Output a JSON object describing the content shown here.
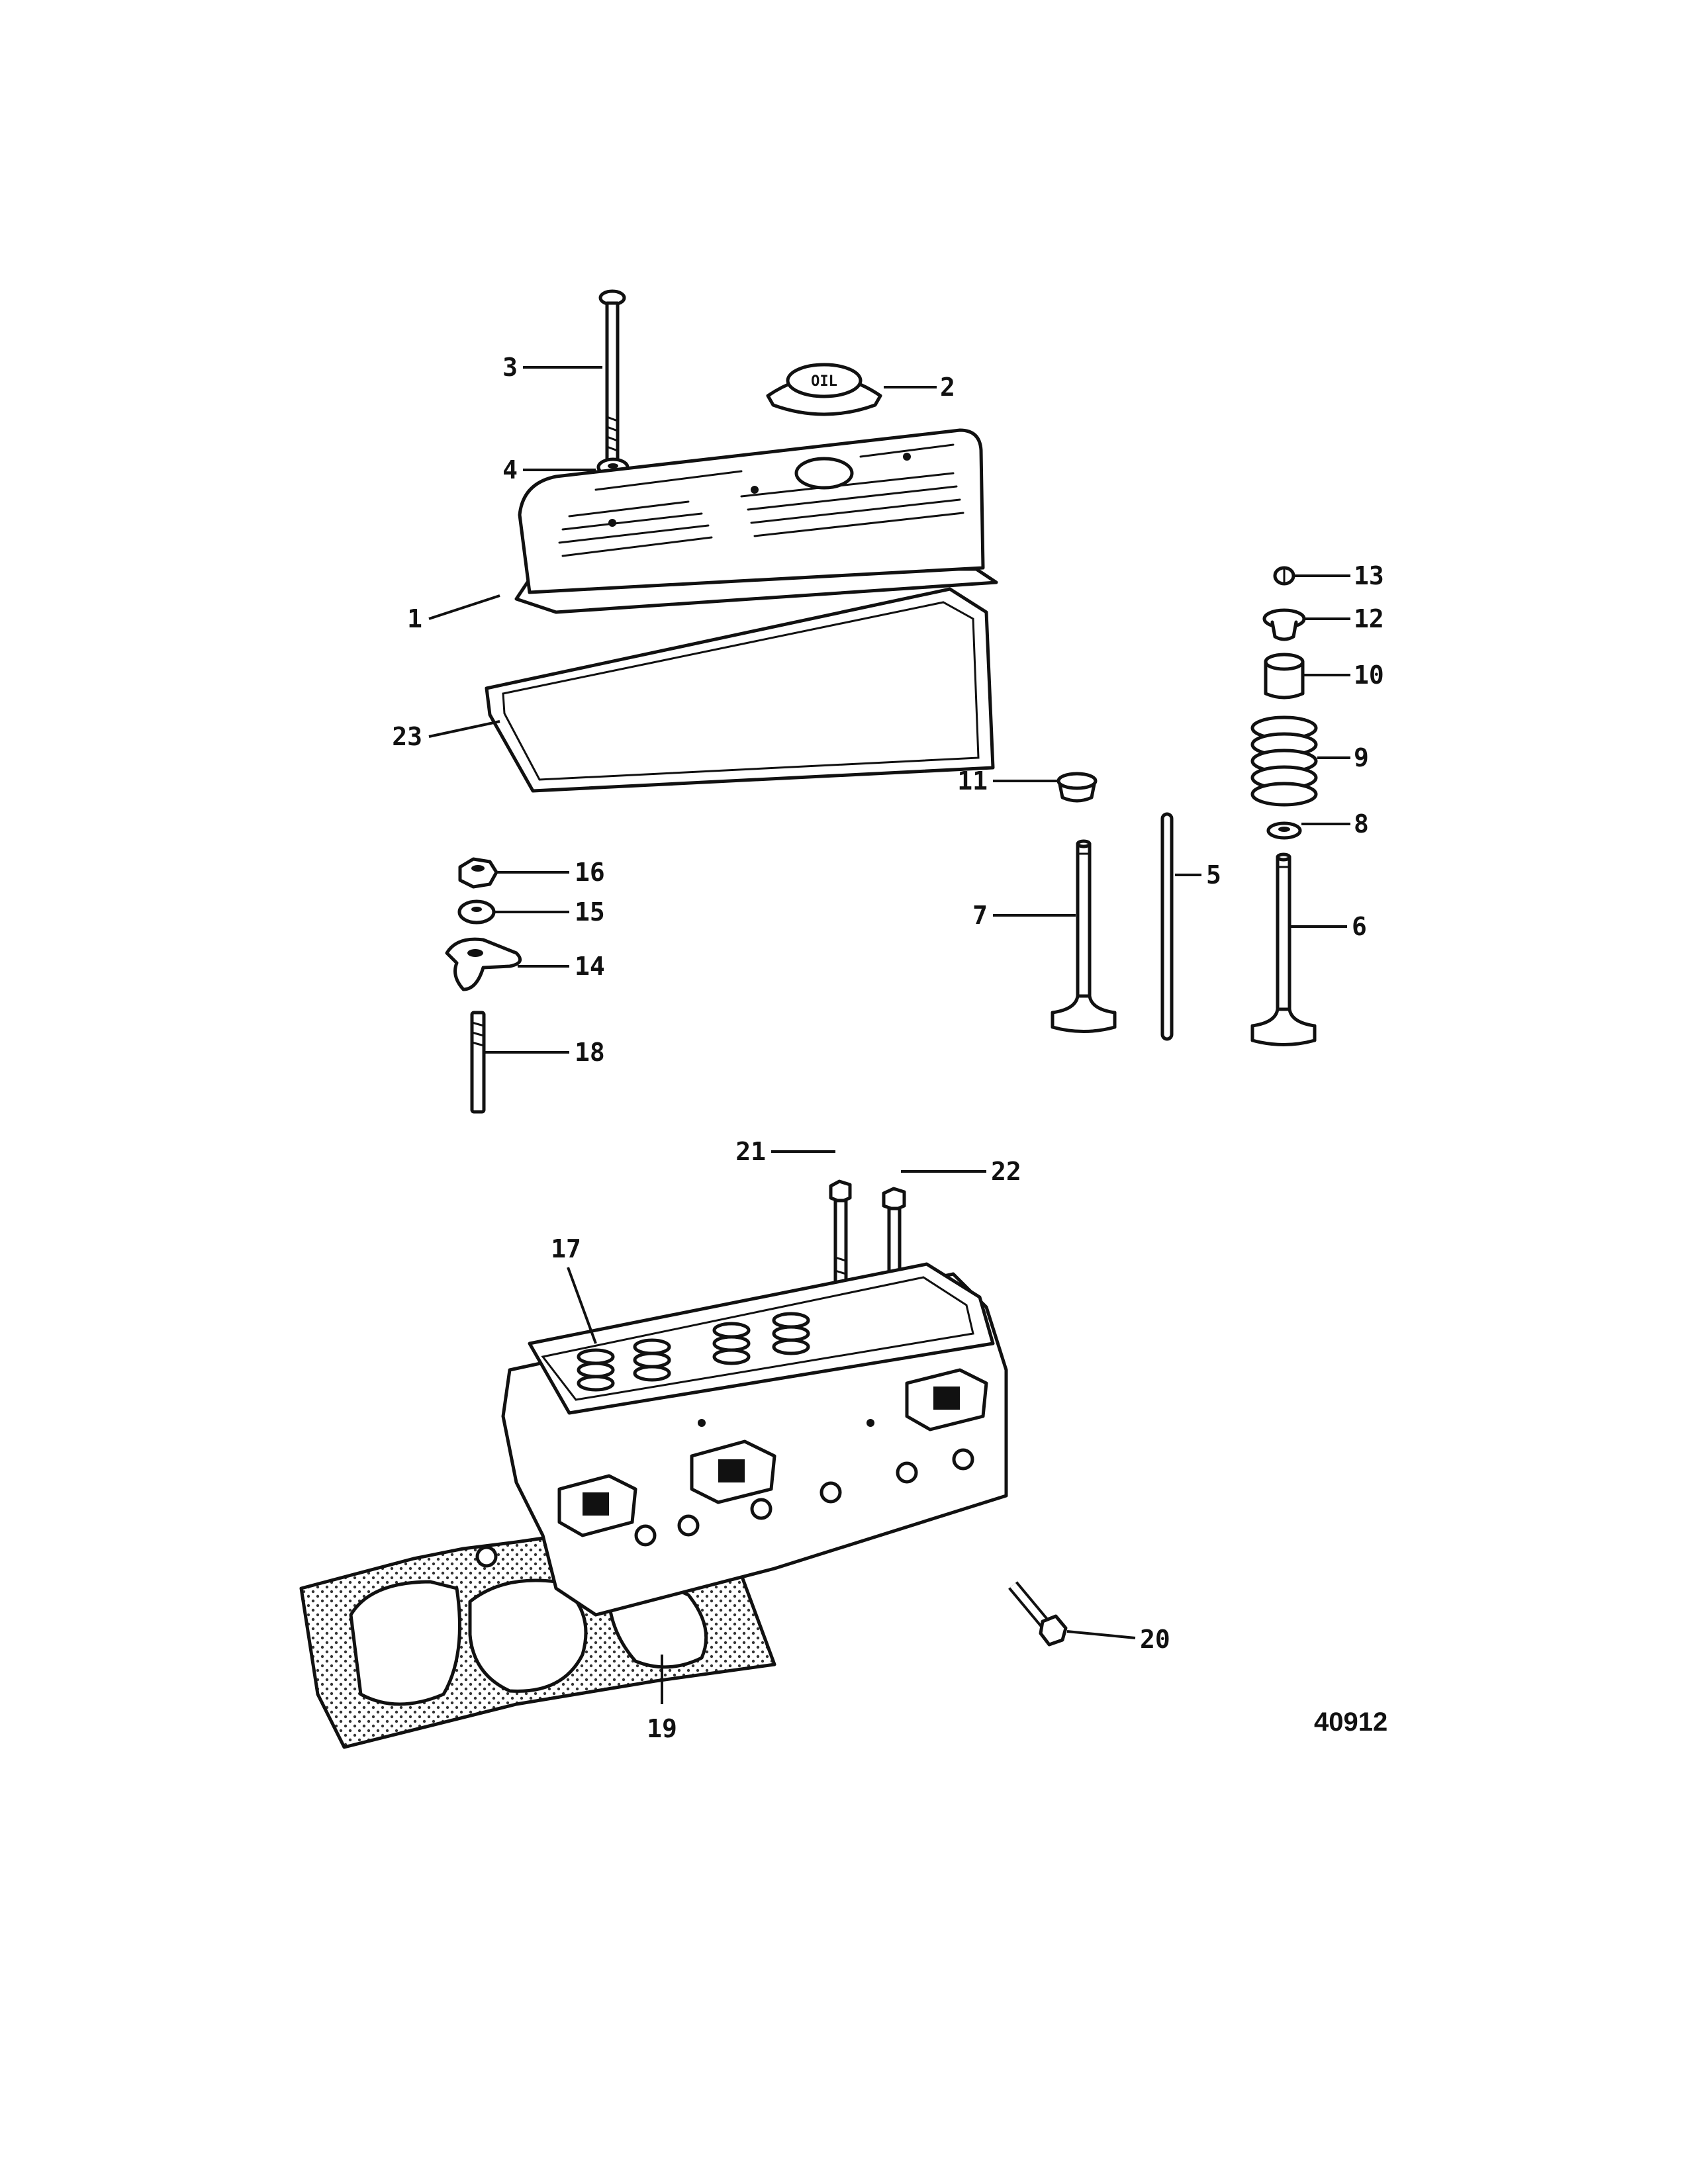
{
  "callouts": {
    "c1": "1",
    "c2": "2",
    "c3": "3",
    "c4": "4",
    "c5": "5",
    "c6": "6",
    "c7": "7",
    "c8": "8",
    "c9": "9",
    "c10": "10",
    "c11": "11",
    "c12": "12",
    "c13": "13",
    "c14": "14",
    "c15": "15",
    "c16": "16",
    "c17": "17",
    "c18": "18",
    "c19": "19",
    "c20": "20",
    "c21": "21",
    "c22": "22",
    "c23": "23"
  },
  "cap_stamp": "OIL",
  "figure_id": "40912"
}
